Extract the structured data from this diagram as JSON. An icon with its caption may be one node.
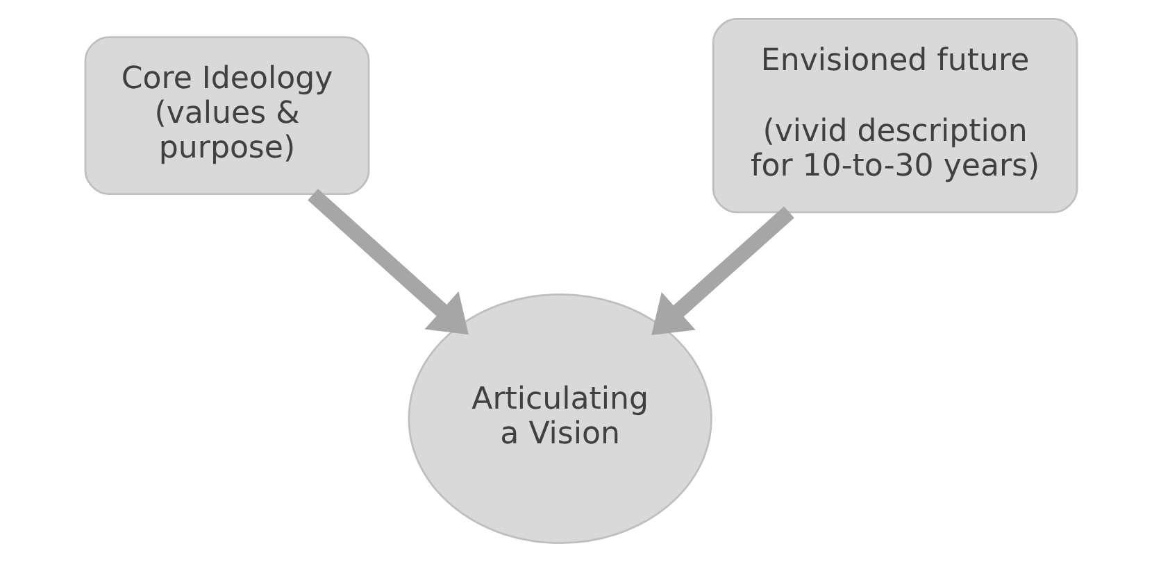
{
  "diagram": {
    "nodes": [
      {
        "text": [
          "Core Ideology (values & purpose)"
        ]
      },
      {
        "text": [
          "Envisioned future",
          "(vivid description for 10-to-30 years)"
        ]
      },
      {
        "text": [
          "Articulating a Vision"
        ]
      }
    ],
    "edges": [
      {
        "from": 0,
        "to": 2,
        "arrow": "to"
      },
      {
        "from": 1,
        "to": 2,
        "arrow": "to"
      }
    ]
  }
}
